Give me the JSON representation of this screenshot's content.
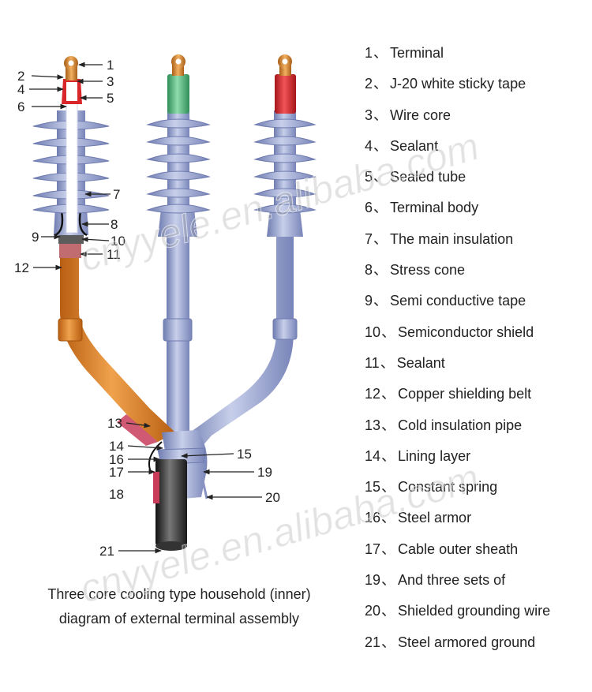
{
  "legend": [
    {
      "num": "1",
      "label": "Terminal"
    },
    {
      "num": "2",
      "label": "J-20 white sticky tape"
    },
    {
      "num": "3",
      "label": "Wire core"
    },
    {
      "num": "4",
      "label": "Sealant"
    },
    {
      "num": "5",
      "label": "Sealed tube"
    },
    {
      "num": "6",
      "label": "Terminal body"
    },
    {
      "num": "7",
      "label": "The main insulation"
    },
    {
      "num": "8",
      "label": "Stress cone"
    },
    {
      "num": "9",
      "label": "Semi conductive tape"
    },
    {
      "num": "10",
      "label": "Semiconductor shield"
    },
    {
      "num": "11",
      "label": "Sealant"
    },
    {
      "num": "12",
      "label": "Copper shielding belt"
    },
    {
      "num": "13",
      "label": "Cold insulation pipe"
    },
    {
      "num": "14",
      "label": "Lining layer"
    },
    {
      "num": "15",
      "label": "Constant spring"
    },
    {
      "num": "16",
      "label": "Steel armor"
    },
    {
      "num": "17",
      "label": "Cable outer sheath"
    },
    {
      "num": "19",
      "label": "And three sets of"
    },
    {
      "num": "20",
      "label": "Shielded grounding wire"
    },
    {
      "num": "21",
      "label": "Steel armored ground"
    }
  ],
  "separator": "、",
  "callouts": {
    "c1": "1",
    "c2": "2",
    "c3": "3",
    "c4": "4",
    "c5": "5",
    "c6": "6",
    "c7": "7",
    "c8": "8",
    "c9": "9",
    "c10": "10",
    "c11": "11",
    "c12": "12",
    "c13": "13",
    "c14": "14",
    "c15": "15",
    "c16": "16",
    "c17": "17",
    "c18": "18",
    "c19": "19",
    "c20": "20",
    "c21": "21"
  },
  "caption": {
    "line1": "Three core cooling type household (inner)",
    "line2": "diagram of external terminal assembly"
  },
  "watermark": {
    "text1": "cnyyele.en.alibaba.com",
    "text2": "cnyyele.en.alibaba.com"
  },
  "colors": {
    "insulator": "#9aa6cf",
    "insulator_dark": "#6f7cb0",
    "phase_yellow": "#d9832a",
    "phase_green": "#52b377",
    "phase_red": "#d8262b",
    "terminal_lug": "#d0862f",
    "copper_belt": "#d97a1e",
    "cable_sheath": "#2b2b2b"
  }
}
